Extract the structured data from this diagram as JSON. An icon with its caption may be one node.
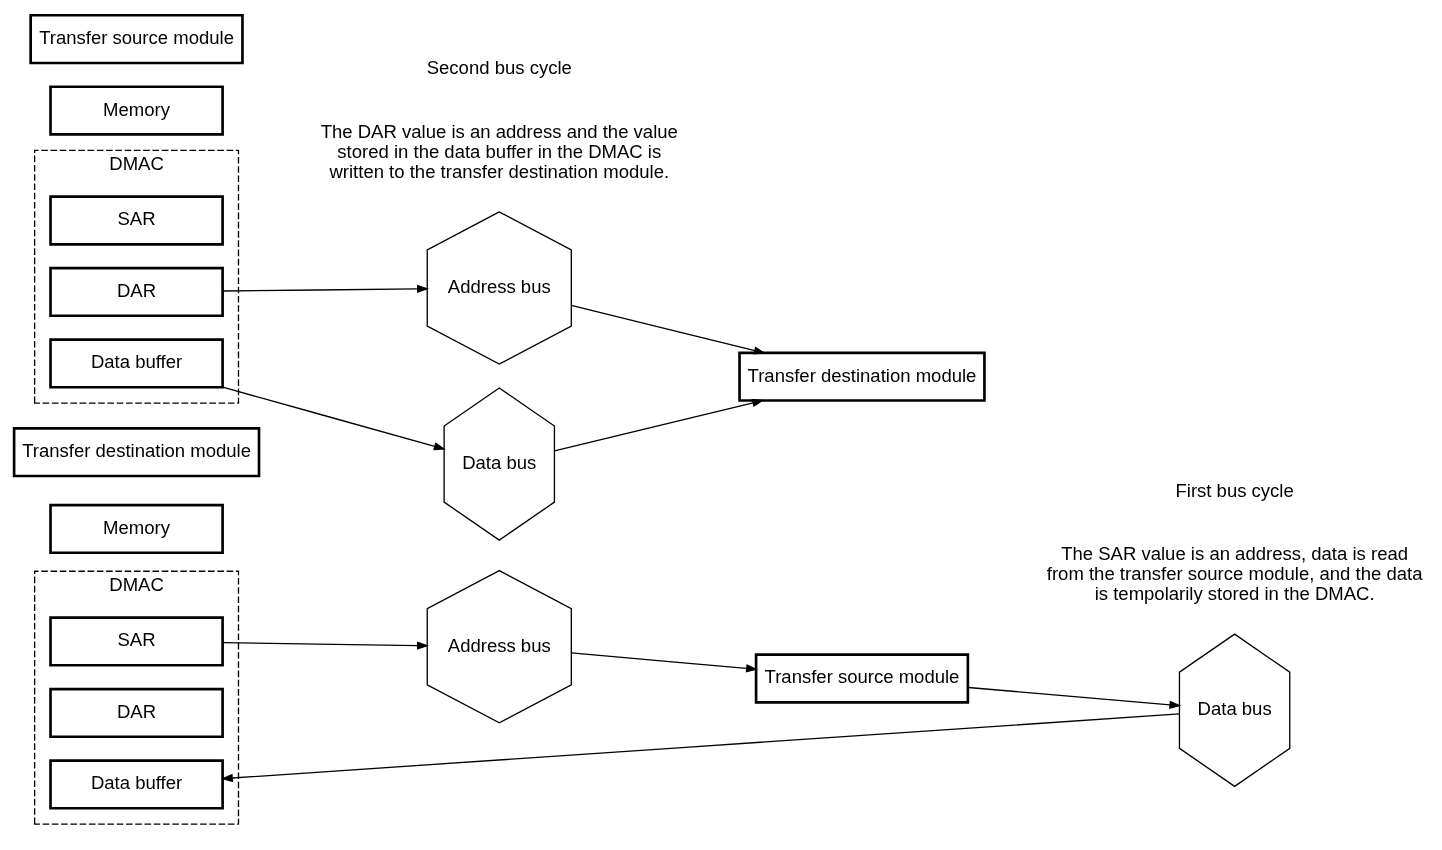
{
  "diagram": {
    "nodes": [
      {
        "text": [
          "DMAC"
        ]
      },
      {
        "text": [
          "SAR"
        ],
        "in": 0
      },
      {
        "text": [
          "DAR"
        ],
        "in": 0
      },
      {
        "text": [
          "Data buffer"
        ],
        "in": 0
      },
      {
        "text": [
          "Address bus"
        ]
      },
      {
        "text": [
          "Data bus"
        ]
      },
      {
        "text": [
          "Memory"
        ]
      },
      {
        "text": [
          "Transfer source module"
        ]
      },
      {
        "text": [
          "Transfer destination module"
        ]
      },
      {
        "text": [
          "DMAC"
        ]
      },
      {
        "text": [
          "SAR"
        ],
        "in": 9
      },
      {
        "text": [
          "DAR"
        ],
        "in": 9
      },
      {
        "text": [
          "Data buffer"
        ],
        "in": 9
      },
      {
        "text": [
          "Address bus"
        ]
      },
      {
        "text": [
          "Data bus"
        ]
      },
      {
        "text": [
          "Memory"
        ]
      },
      {
        "text": [
          "Transfer source module"
        ]
      },
      {
        "text": [
          "Transfer destination module"
        ]
      }
    ],
    "edges": [
      {
        "from": 1,
        "to": 4,
        "arrow": "to"
      },
      {
        "from": 4,
        "to": 7,
        "arrow": "to"
      },
      {
        "from": 7,
        "to": 5,
        "arrow": "to"
      },
      {
        "from": 5,
        "to": 3,
        "arrow": "to"
      },
      {
        "from": 11,
        "to": 13,
        "arrow": "to"
      },
      {
        "from": 13,
        "to": 17,
        "arrow": "to"
      },
      {
        "from": 12,
        "to": 14,
        "arrow": "to"
      },
      {
        "from": 14,
        "to": 17,
        "arrow": "to"
      }
    ],
    "labels": [
      "The SAR value is an address, data is read from the transfer source module, and the data is tempolarily stored in the DMAC.",
      "First bus cycle",
      "The DAR value is an address and the value stored in the data buffer in the DMAC is written to the transfer destination module.",
      "Second bus cycle"
    ]
  }
}
